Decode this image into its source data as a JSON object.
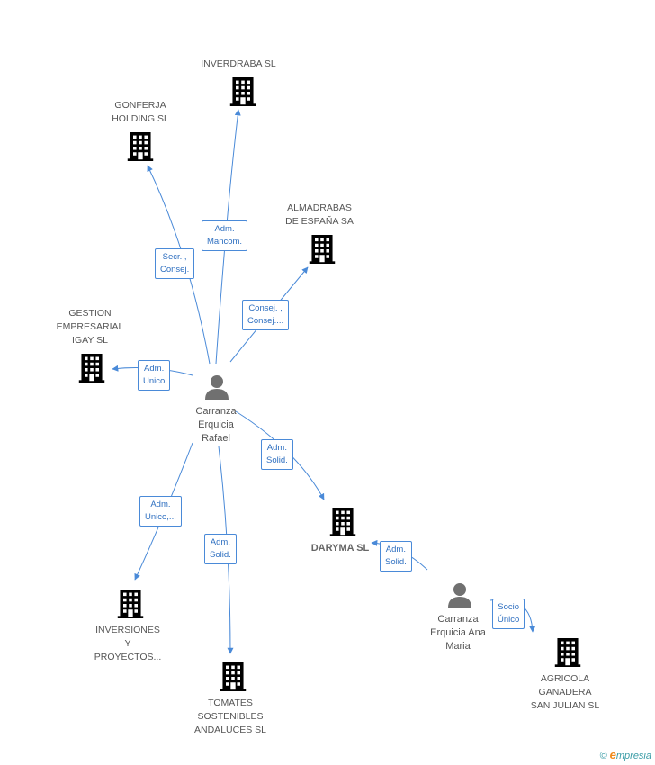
{
  "colors": {
    "edge": "#4a8ad8",
    "company": "#7a7a7a",
    "main_company": "#f05a28",
    "person": "#707070"
  },
  "nodes": {
    "inverdraba": {
      "label": "INVERDRABA SL",
      "icon": "building-icon"
    },
    "gonferja": {
      "label": "GONFERJA\nHOLDING SL",
      "icon": "building-icon"
    },
    "almadrabas": {
      "label": "ALMADRABAS\nDE ESPAÑA SA",
      "icon": "building-icon"
    },
    "gestion": {
      "label": "GESTION\nEMPRESARIAL\nIGAY SL",
      "icon": "building-icon"
    },
    "carranza_rafael": {
      "label": "Carranza\nErquicia\nRafael",
      "icon": "person-icon"
    },
    "daryma": {
      "label": "DARYMA SL",
      "icon": "building-icon"
    },
    "inversiones": {
      "label": "INVERSIONES\nY\nPROYECTOS...",
      "icon": "building-icon"
    },
    "tomates": {
      "label": "TOMATES\nSOSTENIBLES\nANDALUCES SL",
      "icon": "building-icon"
    },
    "carranza_ana": {
      "label": "Carranza\nErquicia Ana\nMaria",
      "icon": "person-icon"
    },
    "agricola": {
      "label": "AGRICOLA\nGANADERA\nSAN JULIAN SL",
      "icon": "building-icon"
    }
  },
  "edges": {
    "adm_mancom": "Adm.\nMancom.",
    "secr_consej": "Secr. ,\nConsej.",
    "consej_consej": "Consej. ,\nConsej....",
    "adm_unico": "Adm.\nUnico",
    "adm_solid_daryma": "Adm.\nSolid.",
    "adm_unico_inv": "Adm.\nUnico,...",
    "adm_solid_tomates": "Adm.\nSolid.",
    "adm_solid_ana": "Adm.\nSolid.",
    "socio_unico": "Socio\nÚnico"
  },
  "footer": {
    "copyright": "©",
    "brand_e": "e",
    "brand_rest": "mpresia"
  }
}
